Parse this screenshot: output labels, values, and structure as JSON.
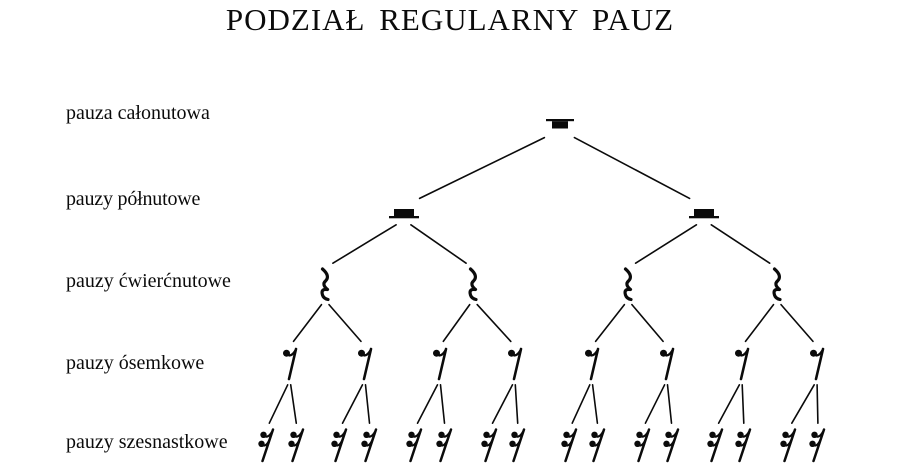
{
  "title": "PODZIAŁ REGULARNY PAUZ",
  "colors": {
    "ink": "#0b0b0b",
    "background": "#ffffff"
  },
  "tree": {
    "rows": [
      {
        "label": "pauza całonutowa",
        "rest": "whole",
        "count": 1
      },
      {
        "label": "pauzy półnutowe",
        "rest": "half",
        "count": 2
      },
      {
        "label": "pauzy ćwierćnutowe",
        "rest": "quarter",
        "count": 4
      },
      {
        "label": "pauzy ósemkowe",
        "rest": "eighth",
        "count": 8
      },
      {
        "label": "pauzy szesnastkowe",
        "rest": "sixteenth",
        "count": 16
      }
    ]
  }
}
